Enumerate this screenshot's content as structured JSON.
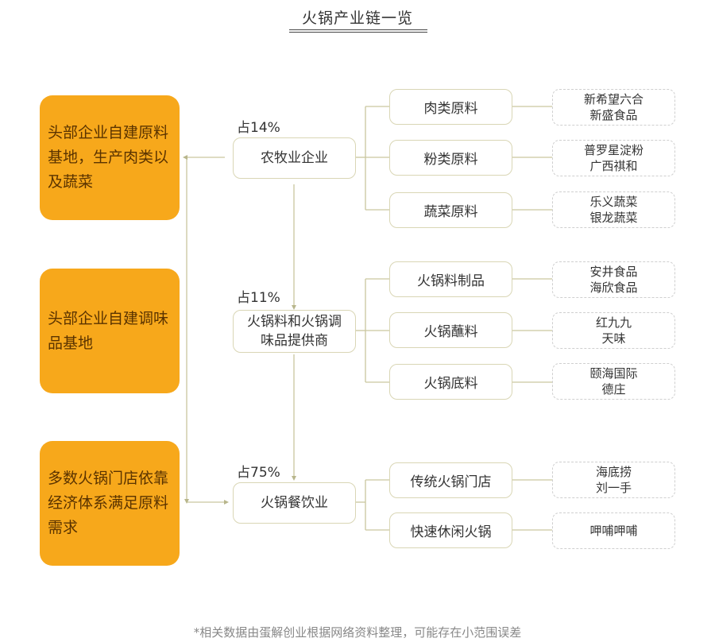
{
  "title": "火锅产业链一览",
  "left_notes": [
    {
      "text": "头部企业自建原料基地，生产肉类以及蔬菜"
    },
    {
      "text": "头部企业自建调味品基地"
    },
    {
      "text": "多数火锅门店依靠经济体系满足原料需求"
    }
  ],
  "segments": [
    {
      "share": "占14%",
      "name": "农牧业企业",
      "categories": [
        {
          "name": "肉类原料",
          "companies": [
            "新希望六合",
            "新盛食品"
          ]
        },
        {
          "name": "粉类原料",
          "companies": [
            "普罗星淀粉",
            "广西祺和"
          ]
        },
        {
          "name": "蔬菜原料",
          "companies": [
            "乐义蔬菜",
            "银龙蔬菜"
          ]
        }
      ]
    },
    {
      "share": "占11%",
      "name": "火锅料和火锅调味品提供商",
      "name_lines": [
        "火锅料和火锅调",
        "味品提供商"
      ],
      "categories": [
        {
          "name": "火锅料制品",
          "companies": [
            "安井食品",
            "海欣食品"
          ]
        },
        {
          "name": "火锅蘸料",
          "companies": [
            "红九九",
            "天味"
          ]
        },
        {
          "name": "火锅底料",
          "companies": [
            "颐海国际",
            "德庄"
          ]
        }
      ]
    },
    {
      "share": "占75%",
      "name": "火锅餐饮业",
      "categories": [
        {
          "name": "传统火锅门店",
          "companies": [
            "海底捞",
            "刘一手"
          ]
        },
        {
          "name": "快速休闲火锅",
          "companies": [
            "呷哺呷哺"
          ]
        }
      ]
    }
  ],
  "footer": "*相关数据由蛋解创业根据网络资料整理，可能存在小范围误差",
  "colors": {
    "orange": "#f7a81b",
    "orange_text": "#5a3300",
    "connector": "#c9c79f",
    "box_border": "#d9d6b5",
    "dashed_border": "#cfcfcf"
  }
}
